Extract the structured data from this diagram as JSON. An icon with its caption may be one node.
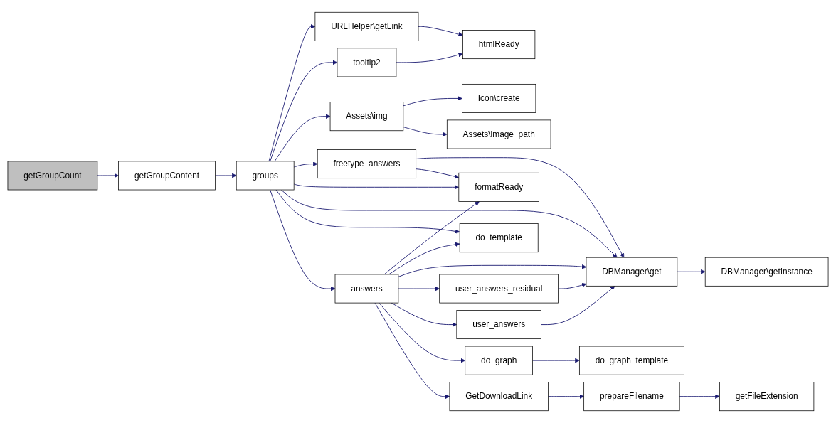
{
  "diagram": {
    "nodes": [
      {
        "text": [
          "getGroupCount"
        ]
      },
      {
        "text": [
          "getGroupContent"
        ]
      },
      {
        "text": [
          "groups"
        ]
      },
      {
        "text": [
          "URLHelper\\getLink"
        ]
      },
      {
        "text": [
          "tooltip2"
        ]
      },
      {
        "text": [
          "Assets\\img"
        ]
      },
      {
        "text": [
          "freetype_answers"
        ]
      },
      {
        "text": [
          "answers"
        ]
      },
      {
        "text": [
          "htmlReady"
        ]
      },
      {
        "text": [
          "Icon\\create"
        ]
      },
      {
        "text": [
          "Assets\\image_path"
        ]
      },
      {
        "text": [
          "formatReady"
        ]
      },
      {
        "text": [
          "do_template"
        ]
      },
      {
        "text": [
          "DBManager\\get"
        ]
      },
      {
        "text": [
          "user_answers_residual"
        ]
      },
      {
        "text": [
          "user_answers"
        ]
      },
      {
        "text": [
          "do_graph"
        ]
      },
      {
        "text": [
          "GetDownloadLink"
        ]
      },
      {
        "text": [
          "DBManager\\getInstance"
        ]
      },
      {
        "text": [
          "do_graph_template"
        ]
      },
      {
        "text": [
          "prepareFilename"
        ]
      },
      {
        "text": [
          "getFileExtension"
        ]
      }
    ],
    "edges": [
      {
        "from": 0,
        "to": 1,
        "arrow": "to"
      },
      {
        "from": 1,
        "to": 2,
        "arrow": "to"
      },
      {
        "from": 2,
        "to": 3,
        "arrow": "to"
      },
      {
        "from": 2,
        "to": 4,
        "arrow": "to"
      },
      {
        "from": 2,
        "to": 5,
        "arrow": "to"
      },
      {
        "from": 2,
        "to": 6,
        "arrow": "to"
      },
      {
        "from": 2,
        "to": 11,
        "arrow": "to"
      },
      {
        "from": 2,
        "to": 13,
        "arrow": "to"
      },
      {
        "from": 2,
        "to": 12,
        "arrow": "to"
      },
      {
        "from": 2,
        "to": 7,
        "arrow": "to"
      },
      {
        "from": 3,
        "to": 8,
        "arrow": "to"
      },
      {
        "from": 4,
        "to": 8,
        "arrow": "to"
      },
      {
        "from": 5,
        "to": 9,
        "arrow": "to"
      },
      {
        "from": 5,
        "to": 10,
        "arrow": "to"
      },
      {
        "from": 6,
        "to": 13,
        "arrow": "to"
      },
      {
        "from": 6,
        "to": 11,
        "arrow": "to"
      },
      {
        "from": 7,
        "to": 11,
        "arrow": "to"
      },
      {
        "from": 7,
        "to": 12,
        "arrow": "to"
      },
      {
        "from": 7,
        "to": 13,
        "arrow": "to"
      },
      {
        "from": 7,
        "to": 14,
        "arrow": "to"
      },
      {
        "from": 7,
        "to": 15,
        "arrow": "to"
      },
      {
        "from": 7,
        "to": 16,
        "arrow": "to"
      },
      {
        "from": 7,
        "to": 17,
        "arrow": "to"
      },
      {
        "from": 13,
        "to": 18,
        "arrow": "to"
      },
      {
        "from": 14,
        "to": 13,
        "arrow": "to"
      },
      {
        "from": 15,
        "to": 13,
        "arrow": "to"
      },
      {
        "from": 16,
        "to": 19,
        "arrow": "to"
      },
      {
        "from": 17,
        "to": 20,
        "arrow": "to"
      },
      {
        "from": 20,
        "to": 21,
        "arrow": "to"
      }
    ]
  }
}
